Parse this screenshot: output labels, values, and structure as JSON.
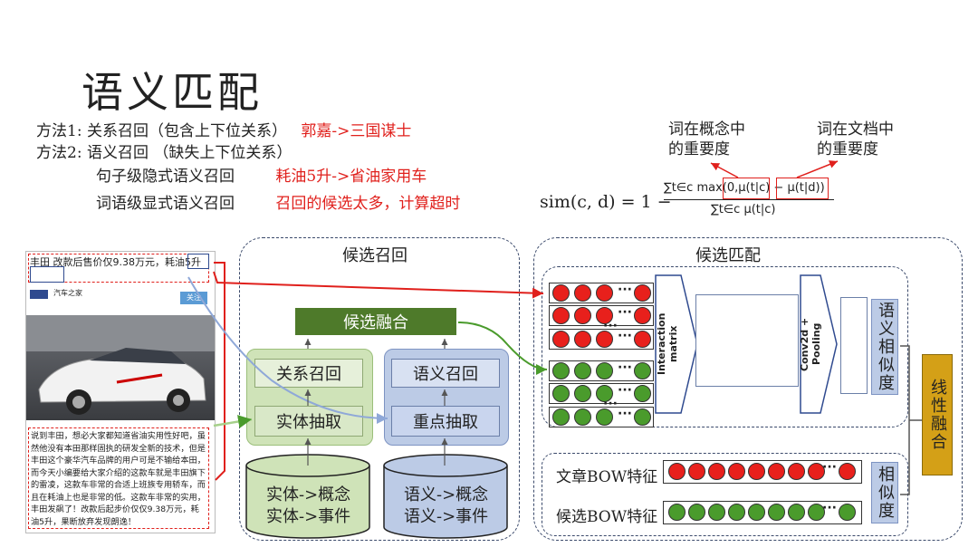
{
  "title": "语义匹配",
  "methods": {
    "m1_label": "方法1:",
    "m1_text": "关系召回（包含上下位关系）",
    "m1_example": "郭嘉->三国谋士",
    "m2_label": "方法2:",
    "m2_text": "语义召回 （缺失上下位关系）",
    "sub1_text": "句子级隐式语义召回",
    "sub1_example": "耗油5升->省油家用车",
    "sub2_text": "词语级显式语义召回",
    "sub2_example": "召回的候选太多，计算超时"
  },
  "formula": {
    "lhs": "sim(c, d) = 1 −",
    "numerator": "∑t∈c max(0,μ(t|c) − μ(t|d))",
    "denominator": "∑t∈c μ(t|c)",
    "note_concept": "词在概念中的重要度",
    "note_doc": "词在文档中的重要度"
  },
  "article": {
    "headline": "丰田 改款后售价仅9.38万元，耗油5升",
    "source": "汽车之家",
    "follow_btn": "关注",
    "body": "说到丰田，想必大家都知道省油实用性好吧，虽然他没有本田那样固执的研发全新的技术，但是丰田这个豪华汽车品牌的用户可是不输给本田，而今天小编要给大家介绍的这款车就是丰田旗下的雷凌，这款车非常的合适上班族专用轿车，而且在耗油上也是非常的低。这款车非常的实用，丰田发飙了！改款后起步价仅仅9.38万元，耗油5升，果断放弃发现朗逸！"
  },
  "recall": {
    "title": "候选召回",
    "fusion": "候选融合",
    "relation_recall": "关系召回",
    "semantic_recall": "语义召回",
    "entity_extract": "实体抽取",
    "key_extract": "重点抽取",
    "db_entity_1": "实体->概念",
    "db_entity_2": "实体->事件",
    "db_semantic_1": "语义->概念",
    "db_semantic_2": "语义->事件"
  },
  "match": {
    "title": "候选匹配",
    "interaction": "Interaction matrix",
    "conv": "Conv2d + Pooling",
    "semantic_sim": "语义相似度",
    "article_bow": "文章BOW特征",
    "candidate_bow": "候选BOW特征",
    "sim": "相似度",
    "linear_fusion": "线性融合"
  },
  "colors": {
    "red": "#e8201c",
    "green": "#4a9b2c",
    "dark_blue": "#2f4a8f",
    "light_blue": "#8fa8d8",
    "box_green": "#cfe3b8",
    "box_blue": "#bccbe6",
    "gold": "#d4a017"
  }
}
